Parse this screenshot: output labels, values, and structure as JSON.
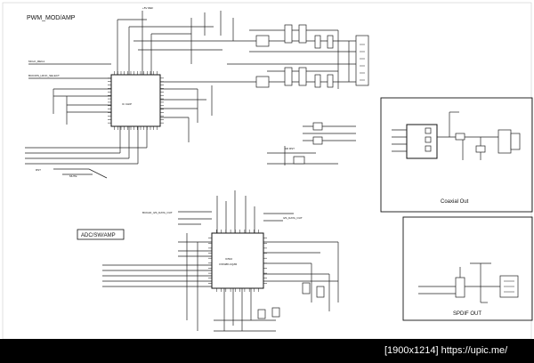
{
  "sections": {
    "pwm": "PWM_MOD/AMP",
    "adc": "ADC/SW/AMP",
    "coaxial": "Coaxial Out",
    "spdif": "SPDIF OUT"
  },
  "ics": {
    "main_label": "IC CHIP",
    "adc_label": "CS5488-CQZR",
    "adc_ref": "IC502"
  },
  "signals": {
    "vcc": "+5V REF",
    "mclk": "MCLK_REG1",
    "lrck": "BCK/WS_LRCK_SELECT",
    "i2s": "BCKAD_I2S_DATA_OUT",
    "dac": "I2S_DATA_OUT",
    "mute": "MUTE",
    "rst": "RST",
    "ad_rst": "AD RST"
  },
  "footer": {
    "watermark": "[1900x1214] https://upic.me/"
  }
}
